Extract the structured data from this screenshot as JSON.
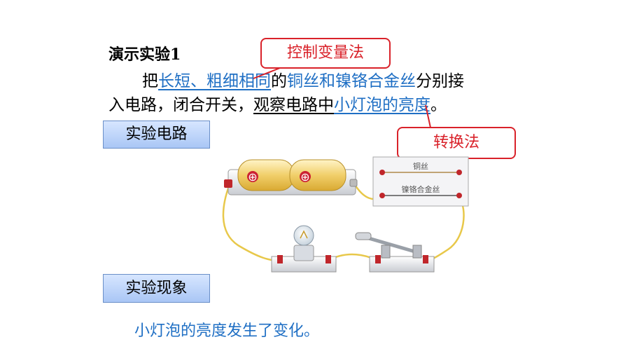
{
  "title": "演示实验1",
  "paragraph": {
    "line1": {
      "t1": "把",
      "t2": "长短、粗细相同",
      "t3": "的",
      "t4": "铜丝和镍铬合金丝",
      "t5": "分别接"
    },
    "line2": {
      "t1": "入电路，闭合开关，",
      "t2": "观察电路中",
      "t3": "小灯泡的亮度",
      "t4": "。"
    }
  },
  "callouts": {
    "control_variable": "控制变量法",
    "conversion": "转换法"
  },
  "sections": {
    "circuit_label": "实验电路",
    "phenomenon_label": "实验现象"
  },
  "board": {
    "copper_label": "铜丝",
    "nichrome_label": "镍铬合金丝"
  },
  "battery_symbol": "⊕",
  "result_text": "小灯泡的亮度发生了变化。",
  "colors": {
    "accent_blue": "#1f6fc4",
    "callout_red": "#d9222a",
    "wire": "#e8c84a"
  }
}
